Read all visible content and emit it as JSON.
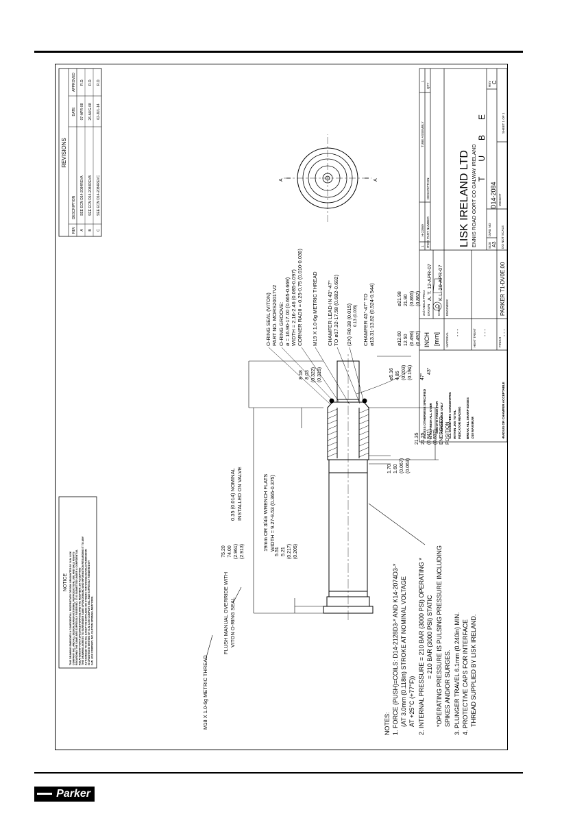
{
  "notice": {
    "title": "NOTICE",
    "body": [
      "THIS DRAWING EMBODIES A CONFIDENTIAL PROPRIETARY DESIGN ORIGINATED BY G.W. LISK",
      "COMPANY INC. AND ALL DESIGN, MANUFACTURING, REPRODUCTION, USE AND SALE RIGHTS",
      "REGARDING THE SAME ARE EXPRESSLY RESERVED. IT IS SUBMITTED UNDER A CONFIDENTIAL",
      "RELATIONSHIP FOR A SPECIFIED PURPOSE AND THE RECIPIENT, BY ACCEPTING",
      "THIS DRAWING AGREES TO SURRENDER SAME UPON DEMAND AND INFORMATION REGARDING IT TO ANY",
      "AUTHORIZED TO DO SO, EXCEPT IN SUPPLIERS OR OTHERS FOR WHOSE DETAILS PERMISSION",
      "IS GRANTED IN WRITING BY G.W. LISK COMPANY, INC. AND EXPRESSLY RENDERED BY",
      "G.W. LISK COMPANY, INC. CLIFTON SPRINGS, NEW YORK."
    ]
  },
  "notes": {
    "heading": "NOTES:",
    "lines": [
      "1. FORCE (PUSH)=COILS: D14-2128D3-* AND K14-2074D3-*",
      "(AT 3.0mm (0.118in) STROKE AT NOMINAL VOLTAGE",
      "AT +25°C (+77°F))",
      "2. INTERNAL PRESSURE = 210 BAR (3000 PSI) OPERATING *",
      "= 210 BAR (3000 PSI) STATIC",
      "*OPERATING PRESSURE IS PULSING PRESSURE INCLUDING",
      "SPIKES AND/OR SURGES.",
      "3. PLUNGER TRAVEL 6.1mm (0.240in) MIN.",
      "4. PROTECTIVE CAPS FOR INTERFACE",
      "THREAD SUPPLIED BY LISK IRELAND."
    ]
  },
  "callouts": {
    "m18_thread": "M18 X 1.0-6g METRIC THREAD",
    "manual_override_1": "FLUSH MANUAL OVERRIDE WITH",
    "manual_override_2": "VITON O-RING SEAL",
    "wrench_flats_1": "19mm OR 3/4in WRENCH FLATS",
    "wrench_flats_2": "WIDTH = 9.27-9.53 (0.365-0.375)",
    "nominal_1": "0.35 (0.014) NOMINAL",
    "nominal_2": "INSTALLED ON VALVE",
    "oring_seal_1": "O-RING SEAL (VITON)",
    "oring_seal_2": "PART NO. MORS20017V2",
    "oring_groove_1": "O-RING GROOVE:",
    "oring_groove_2": "ø = 16.90-17.00 (0.665-0.669)",
    "oring_groove_3": "WIDTH = 2.16-2.46 (0.085-0.097)",
    "oring_groove_4": "CORNER RADII = 0.25-0.75 (0.010-0.030)",
    "m19_thread": "M19 X 1.0-6g METRIC THREAD",
    "chamfer_lead_1": "CHAMFER LEAD-IN 43°-47°",
    "chamfer_lead_2": "TO ø17.32-17.58 (0.682-0.692)",
    "radius_2x": "(2X) R0.38 (0.015)",
    "radius_2x_b": "0.13 (0.005)",
    "chamfer_2_1": "CHAMFER 43°-47° TO",
    "chamfer_2_2": "ø13.31-13.82 (0.524-0.544)",
    "section_a": "A"
  },
  "dimensions": {
    "len_total": [
      "75.20",
      "74.00",
      "(2.961)",
      "(2.913)"
    ],
    "len_nut": [
      "5.51",
      "5.21",
      "(0.217)",
      "(0.205)"
    ],
    "len_top": [
      "8.18",
      "8.03",
      "(0.322)",
      "(0.316)"
    ],
    "len_end": [
      "1.70",
      "1.60",
      "(0.067)",
      "(0.063)"
    ],
    "len_energised": [
      "21.35",
      "21.25",
      "(0.841)",
      "(0.837)",
      "ENERGISED",
      "POSITION"
    ],
    "dia_small": [
      "ø5.16",
      "4.85",
      "(0.203)",
      "(0.191)"
    ],
    "dia_mid": [
      "ø12.60",
      "12.50",
      "(0.496)",
      "(0.492)"
    ],
    "dia_large": [
      "ø21.98",
      "21.90",
      "(0.865)",
      "(0.862)"
    ],
    "angle": [
      "47°",
      "43°"
    ]
  },
  "revisions": {
    "title": "REVISIONS",
    "headers": [
      "REV",
      "DESCRIPTION",
      "DATE",
      "APPROVED"
    ],
    "rows": [
      [
        "A",
        "SEE ECN D14-2084REVA",
        "07-APR-08",
        "R.D."
      ],
      [
        "B",
        "SEE ECN D14-2084REVB",
        "26-AUG-08",
        "R.D."
      ],
      [
        "C",
        "SEE ECN D14-2084REVC",
        "02-JUL-14",
        "R.D."
      ]
    ]
  },
  "title_block": {
    "tolerance_lines": [
      "UNLESS OTHERWISE SPECIFIED",
      "93 Ra FINISH ALL OVER",
      "SMOOTH FINISH FOR",
      "APPEARANCE ONLY",
      "ALL DIAMETERS CONCENTRIC",
      "WITHIN .005 TOTAL",
      "INDICATOR READING",
      "BREAK ALL SHARP EDGES",
      ".010 MAXIMUM",
      "-RADIUS OR CHAMFER ACCEPTABLE"
    ],
    "units_inch": "INCH",
    "units_mm": "[mm]",
    "projection": "3rd ANGLE PROJ.",
    "material_label": "MATERIAL",
    "material_value": "- - -",
    "heat_treat_label": "HEAT TREAT",
    "heat_treat_value": "- - -",
    "finish_label": "FINISH",
    "finish_value": "- - -",
    "drawn_label": "DRAWN",
    "drawn_value": "A. T. 12-APR-07",
    "check_label": "CHECK",
    "check_value": "K.L. 20-APR-07",
    "engineer_label": "ENGINEER",
    "parker_code": "PARKER T1-DV0E.00",
    "company_name": "LISK IRELAND LTD",
    "company_address": "ENNIS ROAD   GORT   CO GALWAY   IRELAND",
    "drawing_title": "TUBE",
    "size_label": "SIZE",
    "size_value": "A3",
    "dwg_label": "DWG NO",
    "dwg_value": "D14-2084",
    "rev_label": "REV",
    "rev_value": "C",
    "do_not_scale": "DO NOT SCALE",
    "weight_label": "WEIGHT",
    "sheet": "SHEET 1 OF 1",
    "parts_headers": [
      "ITEM",
      "PART NUMBER",
      "DESCRIPTION",
      "QTY"
    ],
    "parts_row": [
      "1",
      "H-22669",
      "TUBE ASSEMBLY",
      "1"
    ]
  },
  "logo": {
    "text": "Parker"
  }
}
